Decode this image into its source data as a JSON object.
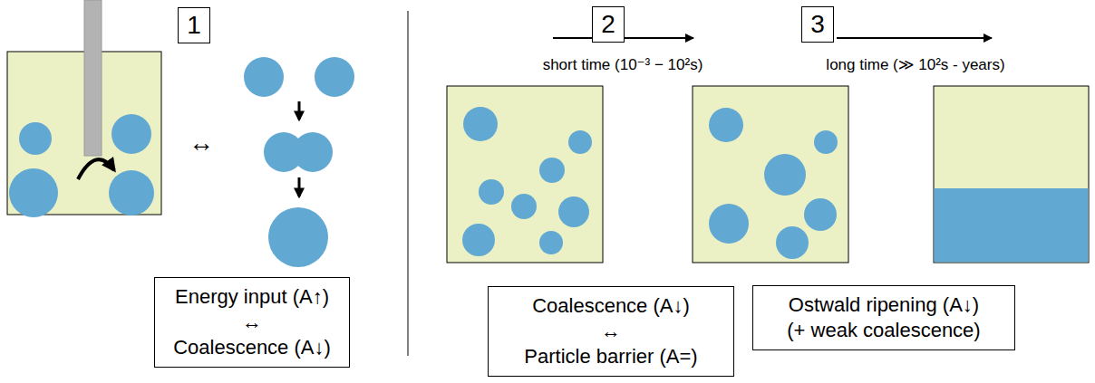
{
  "diagram": {
    "nodes": [
      {
        "text": [
          "1"
        ]
      },
      {
        "text": [
          "2"
        ]
      },
      {
        "text": [
          "3"
        ]
      },
      {
        "text": [
          "Energy input (A↑)",
          "↔",
          "Coalescence (A↓)"
        ]
      },
      {
        "text": [
          "Coalescence (A↓)",
          "↔",
          "Particle barrier (A=)"
        ]
      },
      {
        "text": [
          "Ostwald ripening (A↓)",
          "(+ weak coalescence)"
        ]
      }
    ],
    "labels": [
      "↔",
      "short time (10⁻³ − 10²s)",
      "long time (≫ 10²s - years)"
    ]
  }
}
